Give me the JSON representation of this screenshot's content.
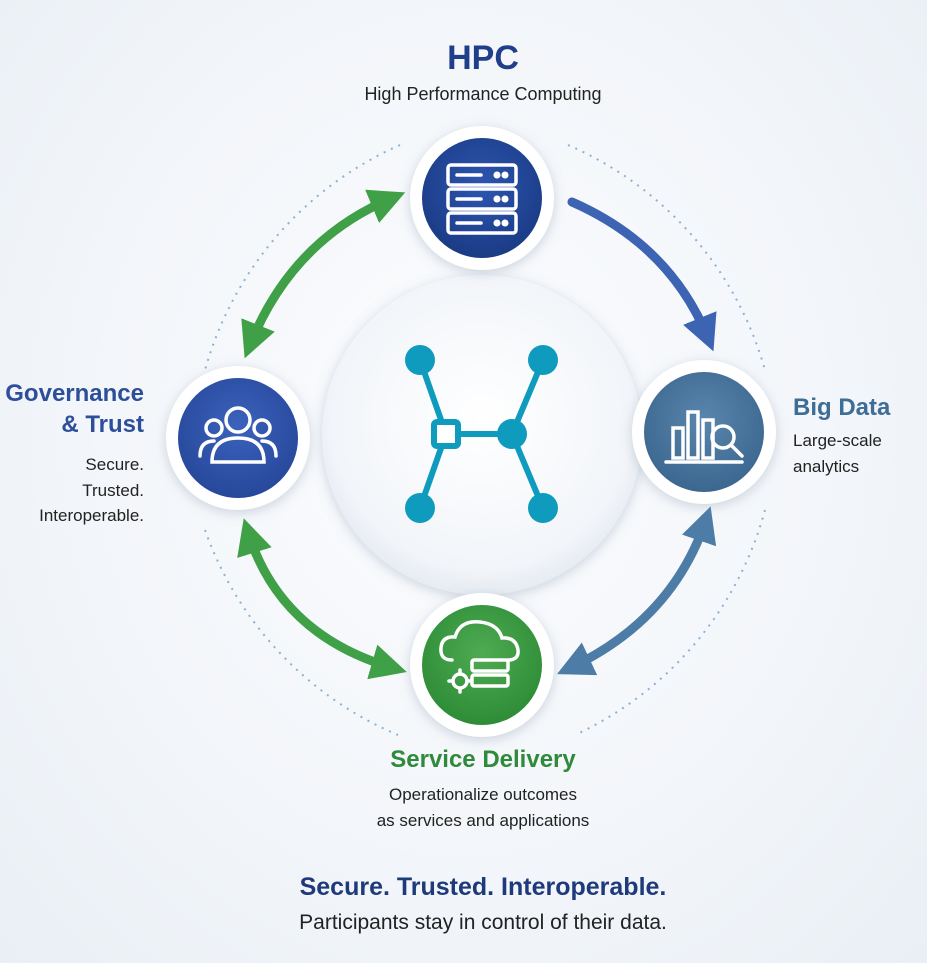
{
  "hpc": {
    "title": "HPC",
    "subtitle": "High Performance Computing",
    "color": "#1f3f8a",
    "icon": "server-rack-icon"
  },
  "big_data": {
    "title": "Big Data",
    "line1": "Large-scale",
    "line2": "analytics",
    "color": "#3e6d96",
    "icon": "bar-chart-magnifier-icon"
  },
  "service_delivery": {
    "title": "Service Delivery",
    "line1": "Operationalize outcomes",
    "line2": "as services and applications",
    "color": "#2f8a3b",
    "icon": "cloud-gear-server-icon"
  },
  "governance": {
    "title_line1": "Governance",
    "title_line2": "& Trust",
    "line1": "Secure.",
    "line2": "Trusted.",
    "line3": "Interoperable.",
    "color": "#2d4f9a",
    "icon": "people-group-icon"
  },
  "hub": {
    "icon": "network-hub-icon",
    "color": "#0f9bbd"
  },
  "footer": {
    "title": "Secure. Trusted. Interoperable.",
    "subtitle": "Participants stay in control of their data."
  }
}
